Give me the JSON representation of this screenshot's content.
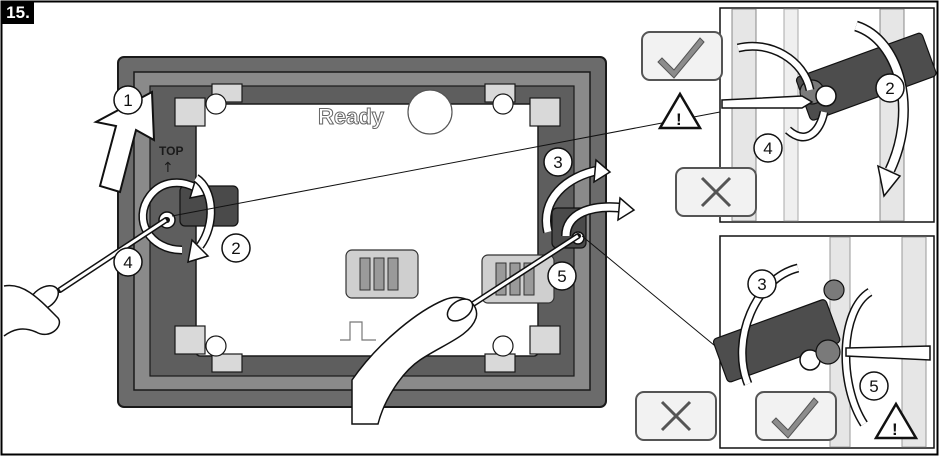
{
  "step_number": "15.",
  "frame_label": "Ready",
  "top_label": "TOP",
  "top_arrow": "↑",
  "callouts": {
    "c1": "1",
    "c2": "2",
    "c3": "3",
    "c4": "4",
    "c5": "5",
    "ti2": "2",
    "ti4": "4",
    "bi3": "3",
    "bi5": "5"
  },
  "icons": {
    "correct": "check-icon",
    "wrong": "cross-icon",
    "warning": "warning-triangle-icon"
  },
  "colors": {
    "frame_dark": "#595959",
    "frame_mid": "#7a7a7a",
    "line": "#1a1a1a",
    "box_fill": "#f2f2f2",
    "check_fill": "#8c8c8c",
    "border": "#000000"
  }
}
